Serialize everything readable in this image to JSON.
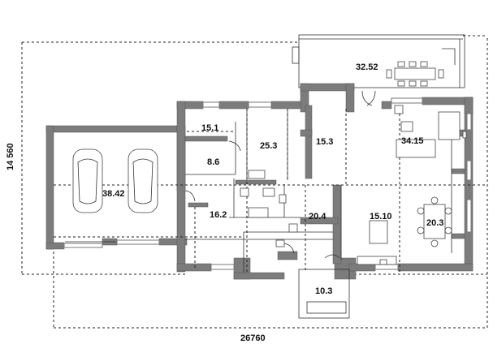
{
  "dimensions": {
    "width": "26760",
    "depth": "14 560"
  },
  "rooms": [
    {
      "id": "terrace",
      "area": "32.52"
    },
    {
      "id": "room-a",
      "area": "15.1"
    },
    {
      "id": "room-b",
      "area": "25.3"
    },
    {
      "id": "room-c",
      "area": "15.3"
    },
    {
      "id": "living",
      "area": "34.15"
    },
    {
      "id": "closet",
      "area": "8.6"
    },
    {
      "id": "garage",
      "area": "38.42"
    },
    {
      "id": "room-d",
      "area": "16.2"
    },
    {
      "id": "hall",
      "area": "20.4"
    },
    {
      "id": "kitchen",
      "area": "15.10"
    },
    {
      "id": "dining",
      "area": "20.3"
    },
    {
      "id": "porch",
      "area": "10.3"
    }
  ]
}
